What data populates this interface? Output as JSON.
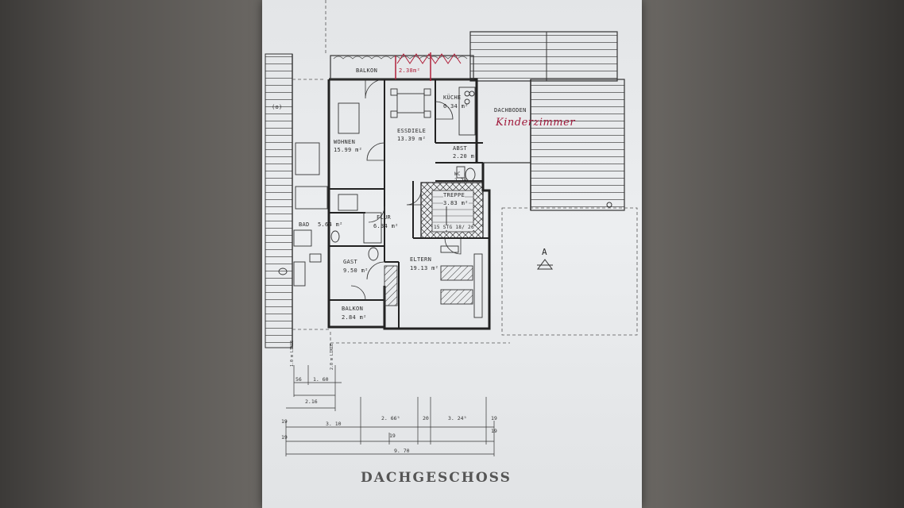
{
  "rooms": {
    "balkon_top": "BALKON",
    "balkon_top_area": "2.38m²",
    "kueche": "KÜCHE",
    "kueche_area": "6.34 m²",
    "dachboden": "DACHBODEN",
    "kinderzimmer": "Kinderzimmer",
    "essdiele": "ESSDIELE",
    "essdiele_area": "13.39 m²",
    "wohnen": "WOHNEN",
    "wohnen_area": "15.99 m²",
    "abst": "ABST",
    "abst_area": "2.20 m²",
    "wc": "WC",
    "wc_area": "2.20",
    "treppe": "TREPPE",
    "treppe_area": "3.83 m²",
    "stairs_note": "15 STG 18/ 26",
    "flur": "FLUR",
    "flur_area": "6.34 m²",
    "bad": "BAD",
    "bad_area": "5.64 m²",
    "gast": "GAST",
    "gast_area": "9.50 m²",
    "eltern": "ELTERN",
    "eltern_area": "19.13 m²",
    "balkon_bottom": "BALKON",
    "balkon_bottom_area": "2.84 m²",
    "section_marker": "A",
    "left_mark": "(o)"
  },
  "dimensions": {
    "line_1": "1.0 m LINIE",
    "line_2": "2.0 m LINIE",
    "d56": "56",
    "d160": "1. 60",
    "d216": "2.16",
    "d19a": "19",
    "d310": "3. 10",
    "d266": "2. 66⁵",
    "d20": "20",
    "d3245": "3. 24⁵",
    "d19b": "19",
    "d19c": "19",
    "d19d": "19",
    "d19e": "19",
    "d970": "9. 70"
  },
  "title": "DACHGESCHOSS",
  "colors": {
    "ink": "#2a2a2a",
    "red_pen": "#b0203a",
    "paper": "#e8eaec"
  }
}
